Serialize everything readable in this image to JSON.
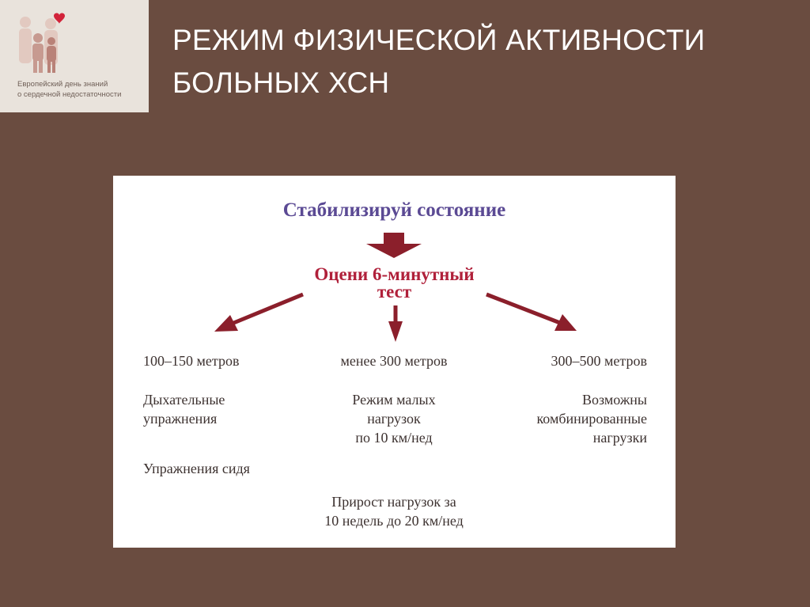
{
  "logo": {
    "caption_line1": "Европейский день знаний",
    "caption_line2": "о сердечной недостаточности",
    "heart_color": "#d2233a"
  },
  "title": {
    "line1": "РЕЖИМ ФИЗИЧЕСКОЙ АКТИВНОСТИ",
    "line2": "БОЛЬНЫХ ХСН"
  },
  "diagram": {
    "top": "Стабилизируй состояние",
    "assess_line1": "Оцени 6-минутный",
    "assess_line2": "тест",
    "left": {
      "distance": "100–150 метров",
      "rec_line1": "Дыхательные",
      "rec_line2": "упражнения",
      "extra": "Упражнения сидя"
    },
    "middle": {
      "distance": "менее 300 метров",
      "rec_line1": "Режим малых",
      "rec_line2": "нагрузок",
      "rec_line3": "по 10 км/нед"
    },
    "right": {
      "distance": "300–500 метров",
      "rec_line1": "Возможны",
      "rec_line2": "комбинированные",
      "rec_line3": "нагрузки"
    },
    "bottom_line1": "Прирост нагрузок за",
    "bottom_line2": "10 недель до 20 км/нед",
    "arrow_color": "#8b1f2b"
  }
}
